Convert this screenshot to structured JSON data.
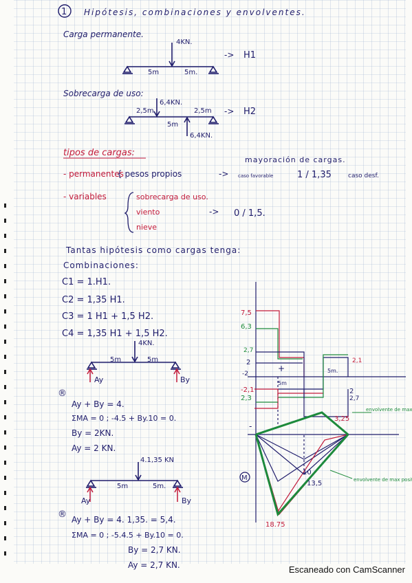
{
  "title": {
    "num": "1",
    "text": "Hipótesis, combinaciones y envolventes."
  },
  "h1": {
    "heading": "Carga permanente.",
    "load": "4KN.",
    "span_a": "5m",
    "span_b": "5m.",
    "arrow": "->",
    "label": "H1"
  },
  "h2": {
    "heading": "Sobrecarga de uso:",
    "load_up": "6,4KN.",
    "dist_a": "2,5m",
    "dist_b": "2,5m",
    "span": "5m",
    "load_down": "6,4KN.",
    "arrow": "->",
    "label": "H2"
  },
  "tipos": {
    "heading": "tipos de cargas:",
    "perm": "- permanentes",
    "perm_items": "{ pesos propios",
    "perm_arrow": "->",
    "mayoracion": "mayoración de cargas.",
    "favorable": "caso favorable",
    "factors_perm": "1 / 1,35",
    "desf": "caso desf.",
    "var": "- variables",
    "var_items": [
      "sobrecarga de uso.",
      "viento",
      "nieve"
    ],
    "var_arrow": "->",
    "factors_var": "0 / 1,5."
  },
  "hipotesis_line": "Tantas hipótesis como cargas tenga:",
  "combinaciones": {
    "heading": "Combinaciones:",
    "items": [
      "C1 = 1.H1.",
      "C2 = 1,35 H1.",
      "C3 = 1 H1 + 1,5 H2.",
      "C4 = 1,35 H1 + 1,5 H2."
    ]
  },
  "beam1": {
    "load": "4KN.",
    "span_a": "5m",
    "span_b": "5m",
    "ay": "Ay",
    "by": "By"
  },
  "eq1": {
    "marker": "®",
    "lines": [
      "Ay + By = 4.",
      "ΣMA = 0 ;  -4.5 + By.10 = 0.",
      "By = 2KN.",
      "Ay = 2 KN."
    ]
  },
  "beam2": {
    "load": "4.1,35 KN",
    "span_a": "5m",
    "span_b": "5m.",
    "ay": "Ay",
    "by": "By"
  },
  "eq2": {
    "marker": "®",
    "lines": [
      "Ay + By = 4. 1,35. = 5,4.",
      "ΣMA = 0 ; -5.4.5 + By.10 = 0.",
      "By = 2,7 KN.",
      "Ay = 2,7 KN."
    ]
  },
  "diagram": {
    "values_left": [
      "7,5",
      "6,3",
      "2,7",
      "2",
      "-2",
      "-2,1",
      "2,3"
    ],
    "values_right": [
      "2,1",
      "2",
      "2,7"
    ],
    "span": "5m",
    "span_right": "5m.",
    "plus": "+",
    "minus": "-",
    "moment_label": "M",
    "moment_values": [
      "18.75",
      "13,5",
      "10",
      "3,25"
    ],
    "envolvente_max": "envolvente de max neg.",
    "envolvente_min": "envolvente de max posit."
  },
  "footer": "Escaneado con CamScanner"
}
